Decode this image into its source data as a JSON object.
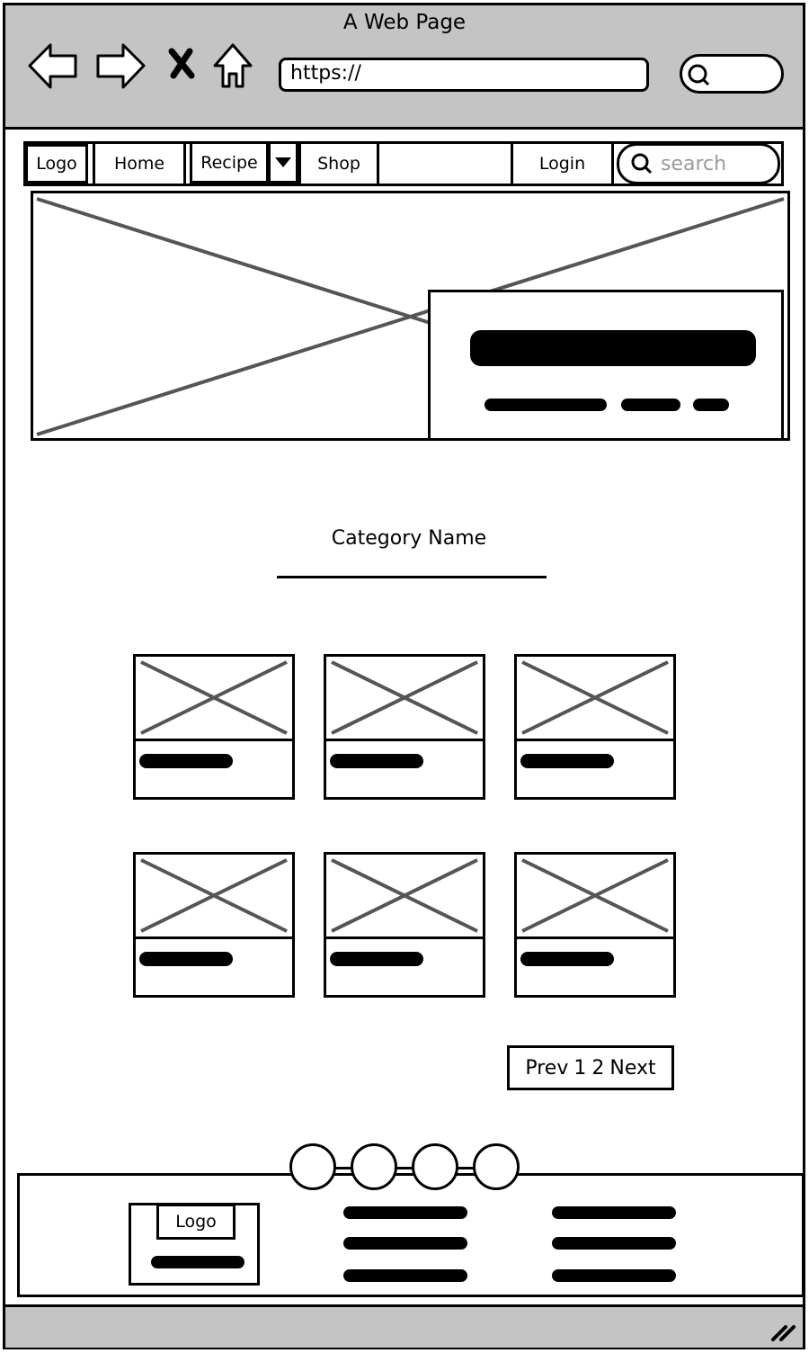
{
  "browser": {
    "title": "A Web Page",
    "url": "https://",
    "icons": [
      "back-arrow-icon",
      "forward-arrow-icon",
      "close-x-icon",
      "home-icon",
      "search-icon"
    ]
  },
  "nav": {
    "logo": "Logo",
    "home": "Home",
    "recipe": "Recipe",
    "shop": "Shop",
    "login": "Login",
    "search_placeholder": "search"
  },
  "category": {
    "title": "Category Name"
  },
  "pagination": {
    "prev": "Prev",
    "page1": "1",
    "page2": "2",
    "next": "Next"
  },
  "footer": {
    "logo": "Logo"
  },
  "colors": {
    "chrome": "#c4c4c4",
    "line": "#000000",
    "placeholder_line": "#555555"
  }
}
